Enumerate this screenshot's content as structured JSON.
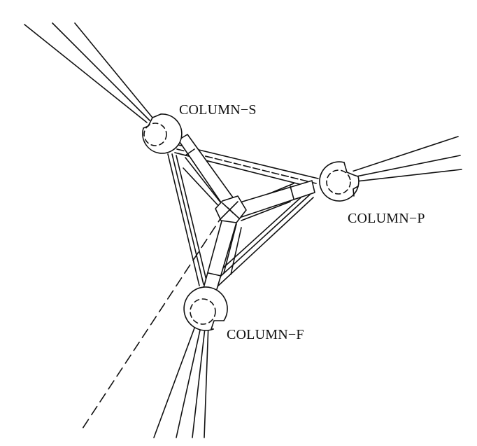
{
  "labels": {
    "column_s": "COLUMN−S",
    "column_p": "COLUMN−P",
    "column_f": "COLUMN−F"
  },
  "colors": {
    "ink": "#111111",
    "background": "#ffffff"
  }
}
